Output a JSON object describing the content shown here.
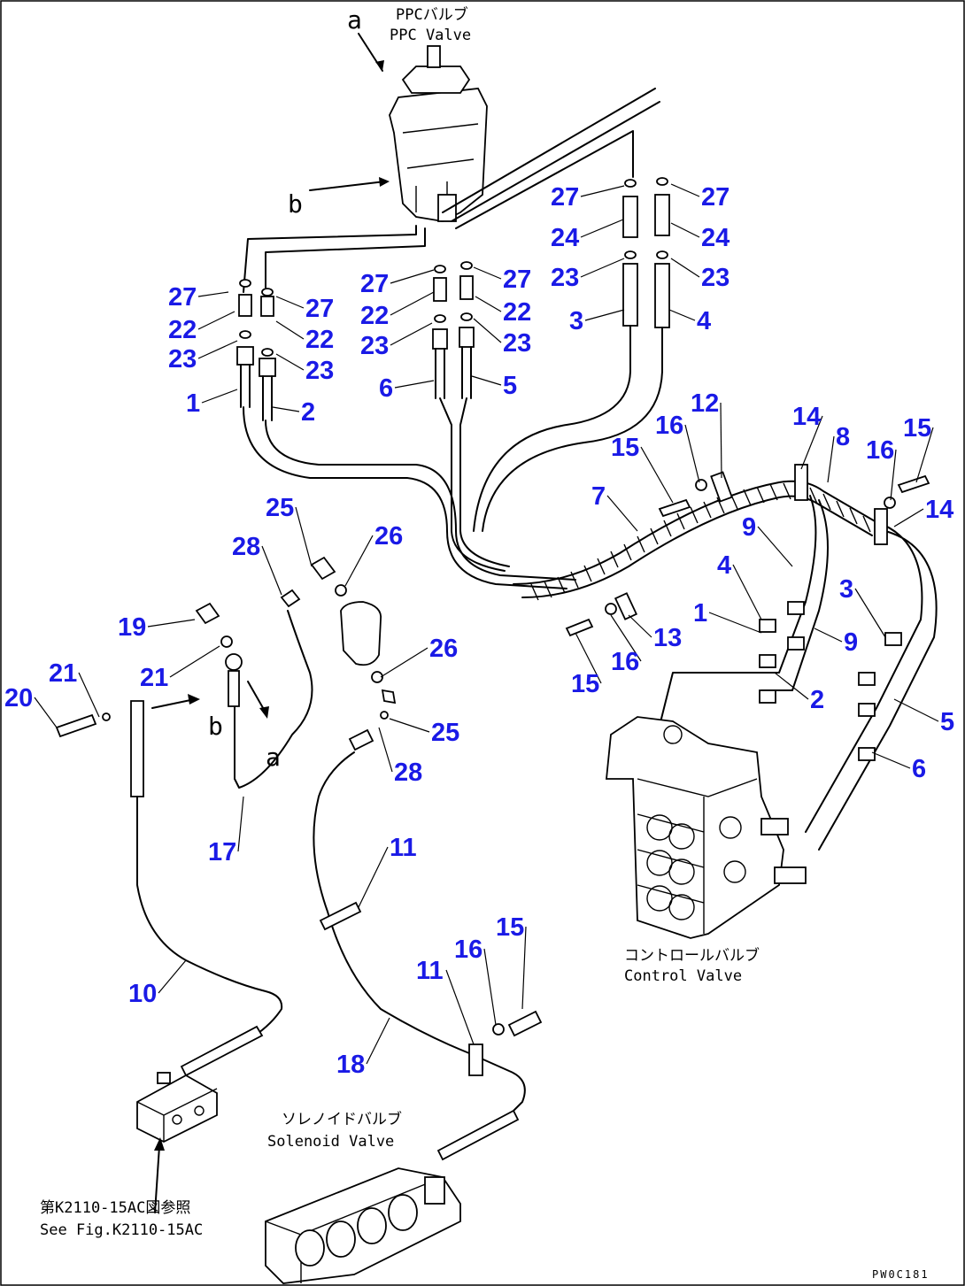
{
  "captions": {
    "ppc_valve_jp": "PPCバルブ",
    "ppc_valve_en": "PPC Valve",
    "control_valve_jp": "コントロールバルブ",
    "control_valve_en": "Control Valve",
    "solenoid_valve_jp": "ソレノイドバルブ",
    "solenoid_valve_en": "Solenoid Valve",
    "see_fig_jp": "第K2110-15AC図参照",
    "see_fig_en": "See Fig.K2110-15AC",
    "drawing_code": "PW0C181"
  },
  "detail_letters": {
    "a": "a",
    "b": "b"
  },
  "callouts": [
    "27",
    "22",
    "23",
    "1",
    "27",
    "22",
    "23",
    "2",
    "27",
    "22",
    "23",
    "6",
    "27",
    "22",
    "23",
    "5",
    "27",
    "24",
    "23",
    "3",
    "27",
    "24",
    "23",
    "4",
    "12",
    "16",
    "15",
    "7",
    "14",
    "8",
    "16",
    "15",
    "14",
    "9",
    "4",
    "1",
    "9",
    "3",
    "2",
    "5",
    "6",
    "13",
    "16",
    "15",
    "25",
    "28",
    "26",
    "19",
    "21",
    "20",
    "21",
    "26",
    "25",
    "28",
    "17",
    "11",
    "10",
    "11",
    "16",
    "15",
    "18"
  ],
  "colors": {
    "callout": "#1a1ae6",
    "line": "#000000",
    "background": "#ffffff"
  }
}
